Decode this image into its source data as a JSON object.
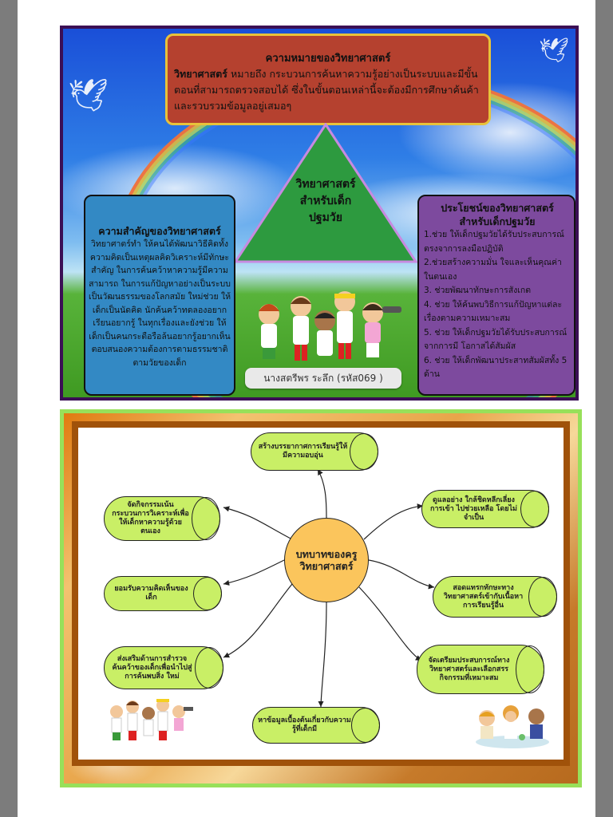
{
  "colors": {
    "viewer_bg": "#7c7c7c",
    "page_bg": "#ffffff",
    "slide1_border": "#3b0f55",
    "red_box": "#b5412f",
    "red_box_border": "#e8c23a",
    "triangle": "#2d9a3f",
    "triangle_border": "#c78ae0",
    "blue_box": "#3389c4",
    "purple_box": "#7d4a9e",
    "slide2_border": "#98e05a",
    "inner_frame": "#a0520a",
    "node_fill": "#c9ef66",
    "center_fill": "#fbc55c"
  },
  "slide1": {
    "meaning": {
      "title": "ความหมายของวิทยาศาสตร์",
      "lead": "วิทยาศาสตร์",
      "body": " หมายถึง กระบวนการค้นหาความรู้อย่างเป็นระบบและมีขั้นตอนที่สามารถตรวจสอบได้  ซึ่งในขั้นตอนเหล่านี้จะต้องมีการศึกษาค้นค้าและรวบรวมข้อมูลอยู่เสมอๆ"
    },
    "triangle": {
      "line1": "วิทยาศาสตร์",
      "line2": "สำหรับเด็ก",
      "line3": "ปฐมวัย"
    },
    "importance": {
      "title": "ความสำคัญของวิทยาศาสตร์",
      "body": "วิทยาศาตร์ทำ ให้คนได้พัฒนาวิธีคิดทั้งความคิดเป็นเหตุผลคิดวิเคราะห์มีทักษะสำคัญ ในการค้นคว้าหาความรู้มีความสามารถ ในการแก้ปัญหาอย่างเป็นระบบเป็นวัฒนธรรมของโลกสมัย ใหม่ช่วย ให้เด็กเป็นนัดคิด นักค้นคว้าทดลองอยากเรียนอยากรู้ ในทุกเรื่องและยังช่วย ให้เด็กเป็นคนกระตือรือล้นอยากรู้อยากเห็นตอบสนองความต้องการตามธรรมชาติตามวัยของเด็ก"
    },
    "benefits": {
      "title_line1": "ประโยชน์ของวิทยาศาสตร์",
      "title_line2": "สำหรับเด็กปฐมวัย",
      "items": [
        "1.ช่วย ให้เด็กปฐมวัยได้รับประสบการณ์ตรงจาการลงมือปฏิบัติ",
        "2.ช่วยสร้างความมั่น ใจและเห็นคุณค่า ในตนเอง",
        "3. ช่วยพัฒนาทักษะการสังเกต",
        "4. ช่วย ให้ค้นพบวิธีการแก้ปัญหาแต่ละเรื่องตามความเหมาะสม",
        "5. ช่วย ให้เด็กปฐมวัยได้รับประสบการณ์จากการมี โอกาสได้สัมผัส",
        "6. ช่วย ให้เด็กพัฒนาประสาทสัมผัสทั้ง 5 ด้าน"
      ]
    },
    "author": "นางสตรีพร  ระลึก (รหัส069 )"
  },
  "slide2": {
    "center": {
      "line1": "บทบาทของครู",
      "line2": "วิทยาศาสตร์"
    },
    "nodes": [
      {
        "id": "top",
        "text": "สร้างบรรยากาศการเรียนรู้ให้มีความอบอุ่น"
      },
      {
        "id": "upper-left",
        "text": "จัดกิจกรรมเน้นกระบวนการวิเคราะห์เพื่อ ให้เด็กหาความรู้ด้วยตนเอง"
      },
      {
        "id": "upper-right",
        "text": "ดูแลอย่าง ใกล้ชิดหลีกเลี่ยงการเข้า ไปช่วยเหลือ โดยไม่จำเป็น"
      },
      {
        "id": "mid-left",
        "text": "ยอมรับความคิดเห็นของเด็ก"
      },
      {
        "id": "mid-right",
        "text": "สอดแทรกทักษะทางวิทยาศาสตร์เข้ากับเนื้อหาการเรียนรู้อื่น"
      },
      {
        "id": "lower-left",
        "text": "ส่งเสริมด้านการสำรวจค้นคว้าของเด็กเพื่อนำไปสู่การค้นพบสิ่ง ใหม่"
      },
      {
        "id": "lower-right",
        "text": "จัดเตรียมประสบการณ์ทางวิทยาศาสตร์และเลือกสรรกิจกรรมที่เหมาะสม"
      },
      {
        "id": "bottom",
        "text": "หาข้อมูลเบื้องต้นเกี่ยวกับความรู้ที่เด็กมี"
      }
    ]
  }
}
